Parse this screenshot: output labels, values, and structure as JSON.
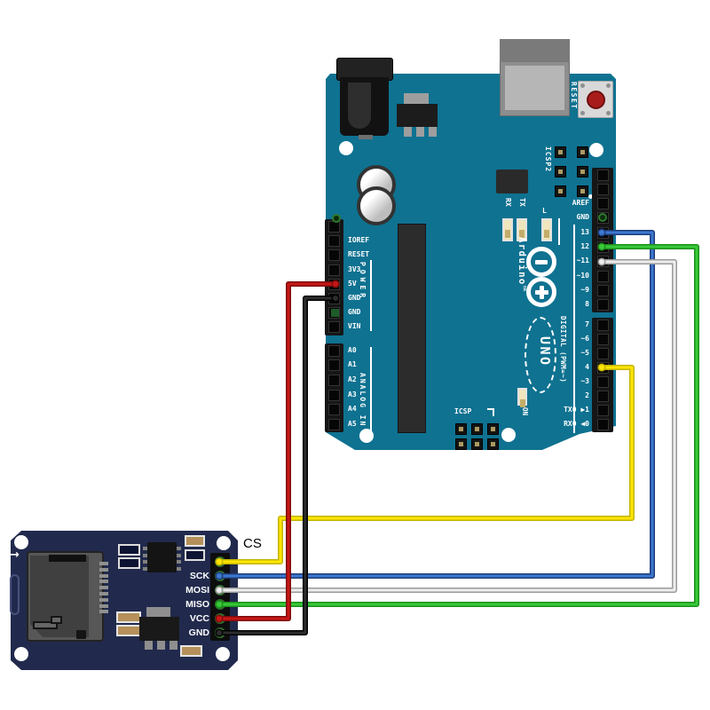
{
  "arduino": {
    "brand": "Arduino™",
    "model": "UNO",
    "reset_label": "RESET",
    "icsp2_label": "ICSP2",
    "icsp_label": "ICSP",
    "on_label": "ON",
    "led_l_label": "L",
    "led_tx_label": "TX",
    "led_rx_label": "RX",
    "power_group_label": "POWER",
    "analog_group_label": "ANALOG IN",
    "digital_group_label": "DIGITAL (PWM=~)",
    "power_pins": [
      "IOREF",
      "RESET",
      "3V3",
      "5V",
      "GND",
      "GND",
      "VIN"
    ],
    "analog_pins": [
      "A0",
      "A1",
      "A2",
      "A3",
      "A4",
      "A5"
    ],
    "digital_top_pins": [
      "AREF",
      "GND",
      "13",
      "12",
      "~11",
      "~10",
      "~9",
      "8"
    ],
    "digital_bottom_pins": [
      "7",
      "~6",
      "~5",
      "4",
      "~3",
      "2",
      "TX0 ▶1",
      "RX0 ◀0"
    ]
  },
  "sd_module": {
    "pin_labels": [
      "SCK",
      "MOSI",
      "MISO",
      "VCC",
      "GND"
    ],
    "cs_label": "CS"
  },
  "wires": [
    {
      "signal": "CS",
      "color": "#ffe500",
      "from": "SD CS",
      "to": "Arduino 4"
    },
    {
      "signal": "SCK",
      "color": "#3d77cf",
      "from": "SD SCK",
      "to": "Arduino 13"
    },
    {
      "signal": "MOSI",
      "color": "#ededed",
      "from": "SD MOSI",
      "to": "Arduino ~11"
    },
    {
      "signal": "MISO",
      "color": "#39c839",
      "from": "SD MISO",
      "to": "Arduino 12"
    },
    {
      "signal": "VCC",
      "color": "#c61616",
      "from": "SD VCC",
      "to": "Arduino 5V"
    },
    {
      "signal": "GND",
      "color": "#2d2d2d",
      "from": "SD GND",
      "to": "Arduino GND"
    }
  ],
  "colors": {
    "arduino_pcb": "#0f7291",
    "sd_pcb": "#212a4d"
  }
}
